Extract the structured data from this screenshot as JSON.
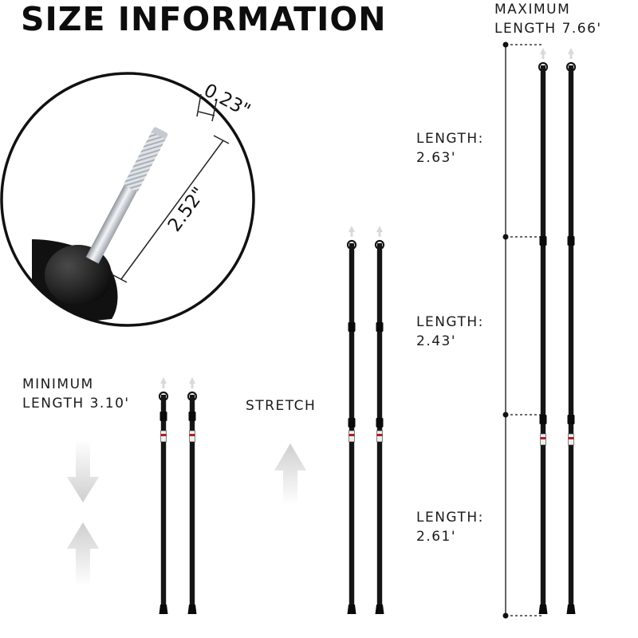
{
  "title": "SIZE INFORMATION",
  "detail": {
    "diameter": "0.23\"",
    "length": "2.52\""
  },
  "minimum": {
    "line1": "MINIMUM",
    "line2": "LENGTH 3.10'"
  },
  "stretch_label": "STRETCH",
  "maximum": {
    "line1": "MAXIMUM",
    "line2": "LENGTH 7.66'"
  },
  "segments": [
    {
      "label": "LENGTH:",
      "value": "2.63'"
    },
    {
      "label": "LENGTH:",
      "value": "2.43'"
    },
    {
      "label": "LENGTH:",
      "value": "2.61'"
    }
  ],
  "colors": {
    "pole": "#151515",
    "arrow": "#d7d7d7",
    "pin": "#c9ced4",
    "accent_band": "#b01e23"
  }
}
